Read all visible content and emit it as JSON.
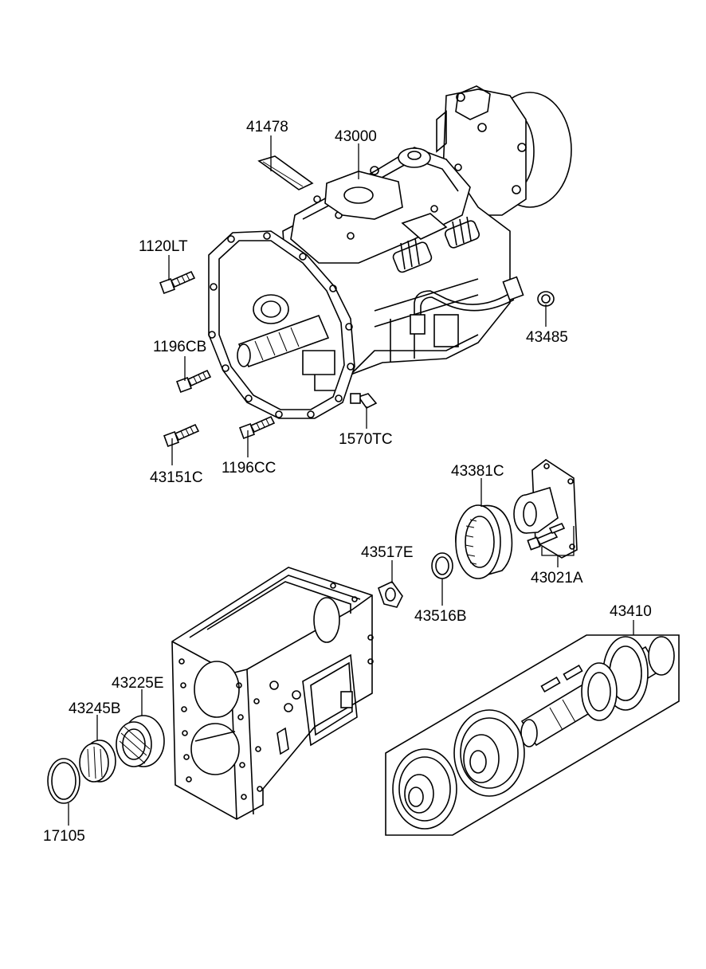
{
  "labels": {
    "p41478": "41478",
    "p43000": "43000",
    "p1120LT": "1120LT",
    "p1196CB": "1196CB",
    "p43485": "43485",
    "p1570TC": "1570TC",
    "p43151C": "43151C",
    "p1196CC": "1196CC",
    "p43381C": "43381C",
    "p43517E": "43517E",
    "p43021A": "43021A",
    "p43516B": "43516B",
    "p43410": "43410",
    "p43225E": "43225E",
    "p43245B": "43245B",
    "p17105": "17105"
  }
}
